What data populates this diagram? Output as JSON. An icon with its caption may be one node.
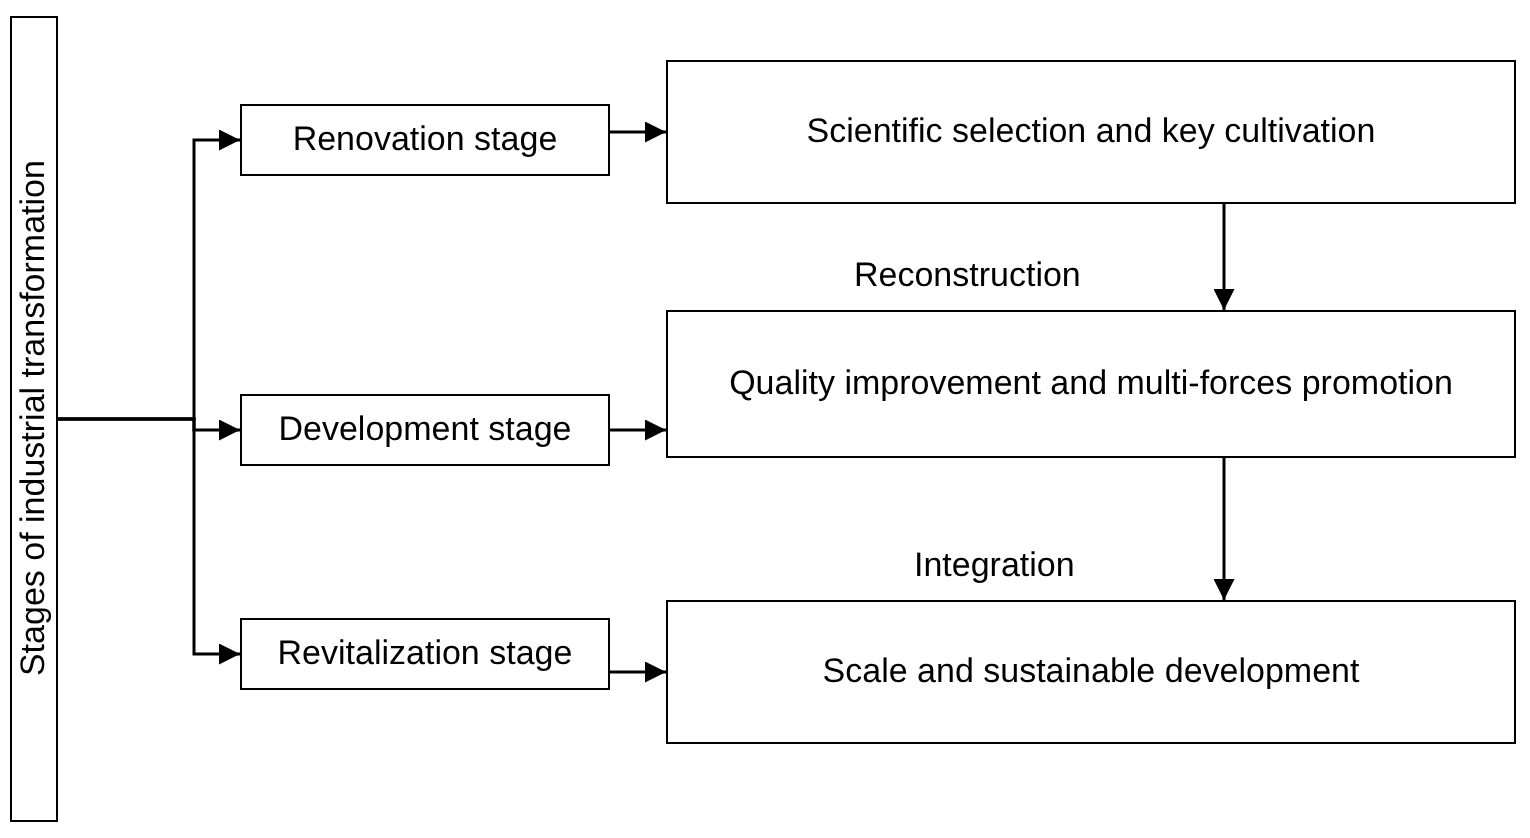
{
  "diagram": {
    "nodes": [
      {
        "text": [
          "Stages of industrial transformation"
        ]
      },
      {
        "text": [
          "Renovation stage"
        ]
      },
      {
        "text": [
          "Scientific selection and key cultivation"
        ]
      },
      {
        "text": [
          "Development stage"
        ]
      },
      {
        "text": [
          "Quality improvement and multi-forces promotion"
        ]
      },
      {
        "text": [
          "Revitalization stage"
        ]
      },
      {
        "text": [
          "Scale and sustainable development"
        ]
      }
    ],
    "edges": [
      {
        "from": 0,
        "to": 1,
        "arrow": "to"
      },
      {
        "from": 0,
        "to": 3,
        "arrow": "to"
      },
      {
        "from": 0,
        "to": 5,
        "arrow": "to"
      },
      {
        "from": 1,
        "to": 2,
        "arrow": "to"
      },
      {
        "from": 3,
        "to": 4,
        "arrow": "to"
      },
      {
        "from": 5,
        "to": 6,
        "arrow": "to"
      },
      {
        "from": 2,
        "to": 4,
        "arrow": "to",
        "label": "Reconstruction"
      },
      {
        "from": 4,
        "to": 6,
        "arrow": "to",
        "label": "Integration"
      }
    ]
  }
}
